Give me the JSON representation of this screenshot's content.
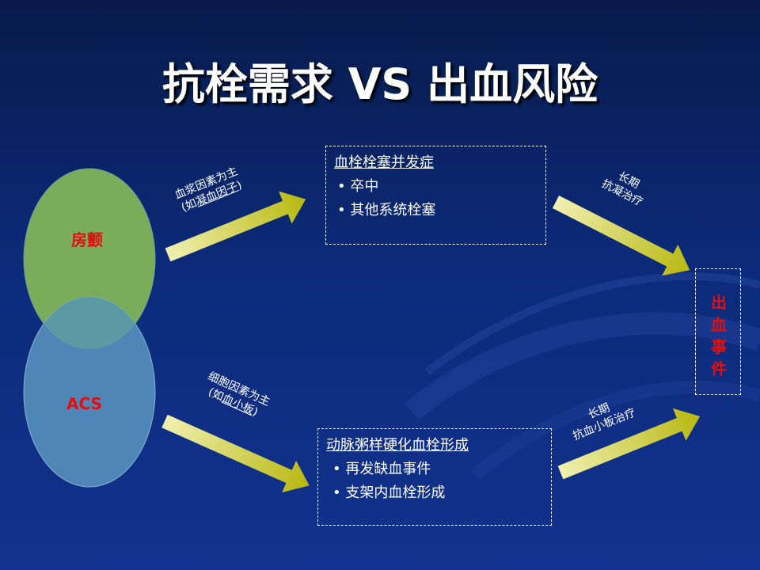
{
  "title": "抗栓需求 VS 出血风险",
  "circles": {
    "af_label": "房颤",
    "acs_label": "ACS"
  },
  "top_box": {
    "title": "血栓栓塞并发症",
    "items": [
      "卒中",
      "其他系统栓塞"
    ]
  },
  "bottom_box": {
    "title": "动脉粥样硬化血栓形成",
    "items": [
      "再发缺血事件",
      "支架内血栓形成"
    ]
  },
  "arrow_labels": {
    "upper_left_line1": "血浆因素为主",
    "upper_left_line2_prefix": "(如",
    "upper_left_line2_underlined": "凝血因子",
    "upper_left_line2_suffix": ")",
    "lower_left_line1": "细胞因素为主",
    "lower_left_line2_prefix": "(如",
    "lower_left_line2_underlined": "血小板",
    "lower_left_line2_suffix": ")",
    "upper_right_line1": "长期",
    "upper_right_line2": "抗凝治疗",
    "lower_right_line1": "长期",
    "lower_right_line2": "抗血小板治疗"
  },
  "outcome": {
    "chars": [
      "出",
      "血",
      "事",
      "件"
    ]
  },
  "colors": {
    "af_circle": "#7aad5a",
    "acs_circle": "#4f86b8",
    "overlap": "#5c9aa3",
    "label_red": "#e01010",
    "arrow_light": "#f0f0b0",
    "arrow_dark": "#b8b810"
  }
}
